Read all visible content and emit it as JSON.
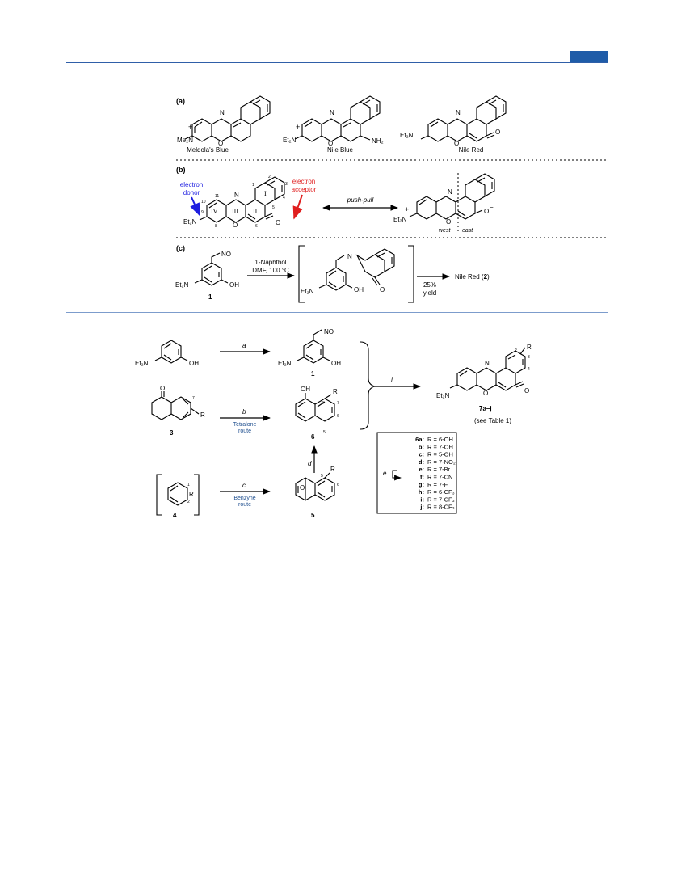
{
  "colors": {
    "accent": "#1f5ca8",
    "donor": "#1e1ee0",
    "acceptor": "#e01e1e",
    "route": "#1f4f8f"
  },
  "figure1": {
    "panel_a": {
      "label": "(a)",
      "compounds": [
        {
          "name": "Meldola's Blue",
          "amine": "Me₂N",
          "plus": "+"
        },
        {
          "name": "Nile Blue",
          "amine": "Et₂N",
          "plus": "+",
          "substituent": "NH₂"
        },
        {
          "name": "Nile Red",
          "amine": "Et₂N",
          "carbonyl": "O"
        }
      ]
    },
    "panel_b": {
      "label": "(b)",
      "donor_label": [
        "electron",
        "donor"
      ],
      "acceptor_label": [
        "electron",
        "acceptor"
      ],
      "ring_labels": [
        "I",
        "II",
        "III",
        "IV"
      ],
      "numbers": [
        "1",
        "2",
        "3",
        "4",
        "5",
        "6",
        "8",
        "9",
        "10",
        "11"
      ],
      "arrow_label": "push-pull",
      "amine": "Et₂N",
      "plus": "+",
      "minus": "−",
      "west": "west",
      "east": "east",
      "atoms": [
        "N",
        "O",
        "O"
      ]
    },
    "panel_c": {
      "label": "(c)",
      "reagent": "1-Naphthol",
      "conditions": "DMF, 100 °C",
      "start_compound": "1",
      "start_groups": {
        "amine": "Et₂N",
        "nitroso": "NO",
        "hydroxyl": "OH"
      },
      "intermediate_groups": {
        "amine": "Et₂N",
        "imine": "N",
        "hydroxyl": "OH",
        "carbonyl": "O"
      },
      "yield": [
        "25%",
        "yield"
      ],
      "product_text": "Nile Red (",
      "product_number": "2",
      "product_close": ")"
    }
  },
  "scheme": {
    "steps": {
      "a": "a",
      "b": "b",
      "c": "c",
      "d": "d",
      "e": "e",
      "f": "f"
    },
    "routes": {
      "tetralone": [
        "Tetralone",
        "route"
      ],
      "benzyne": [
        "Benzyne",
        "route"
      ]
    },
    "compounds": {
      "c1": "1",
      "c3": "3",
      "c4": "4",
      "c5": "5",
      "c6": "6",
      "c7": "7a–j",
      "see_table": "(see Table 1)"
    },
    "groups": {
      "et2n": "Et₂N",
      "oh": "OH",
      "no": "NO",
      "o": "O",
      "n": "N",
      "r": "R"
    },
    "ring_numbers": {
      "c3": [
        "7"
      ],
      "c4": [
        "1",
        "2"
      ],
      "c5": [
        "5",
        "6"
      ],
      "c6": [
        "8",
        "7",
        "6",
        "5"
      ],
      "c7": [
        "2",
        "3",
        "4"
      ]
    },
    "legend": [
      {
        "key": "6a:",
        "value": "R = 6-OH"
      },
      {
        "key": "b:",
        "value": "R = 7-OH"
      },
      {
        "key": "c:",
        "value": "R = 5-OH"
      },
      {
        "key": "d:",
        "value": "R = 7-NO₂"
      },
      {
        "key": "e:",
        "value": "R = 7-Br"
      },
      {
        "key": "f:",
        "value": "R = 7-CN"
      },
      {
        "key": "g:",
        "value": "R = 7-F"
      },
      {
        "key": "h:",
        "value": "R = 6-CF₃"
      },
      {
        "key": "i:",
        "value": "R = 7-CF₃"
      },
      {
        "key": "j:",
        "value": "R = 8-CF₃"
      }
    ]
  }
}
